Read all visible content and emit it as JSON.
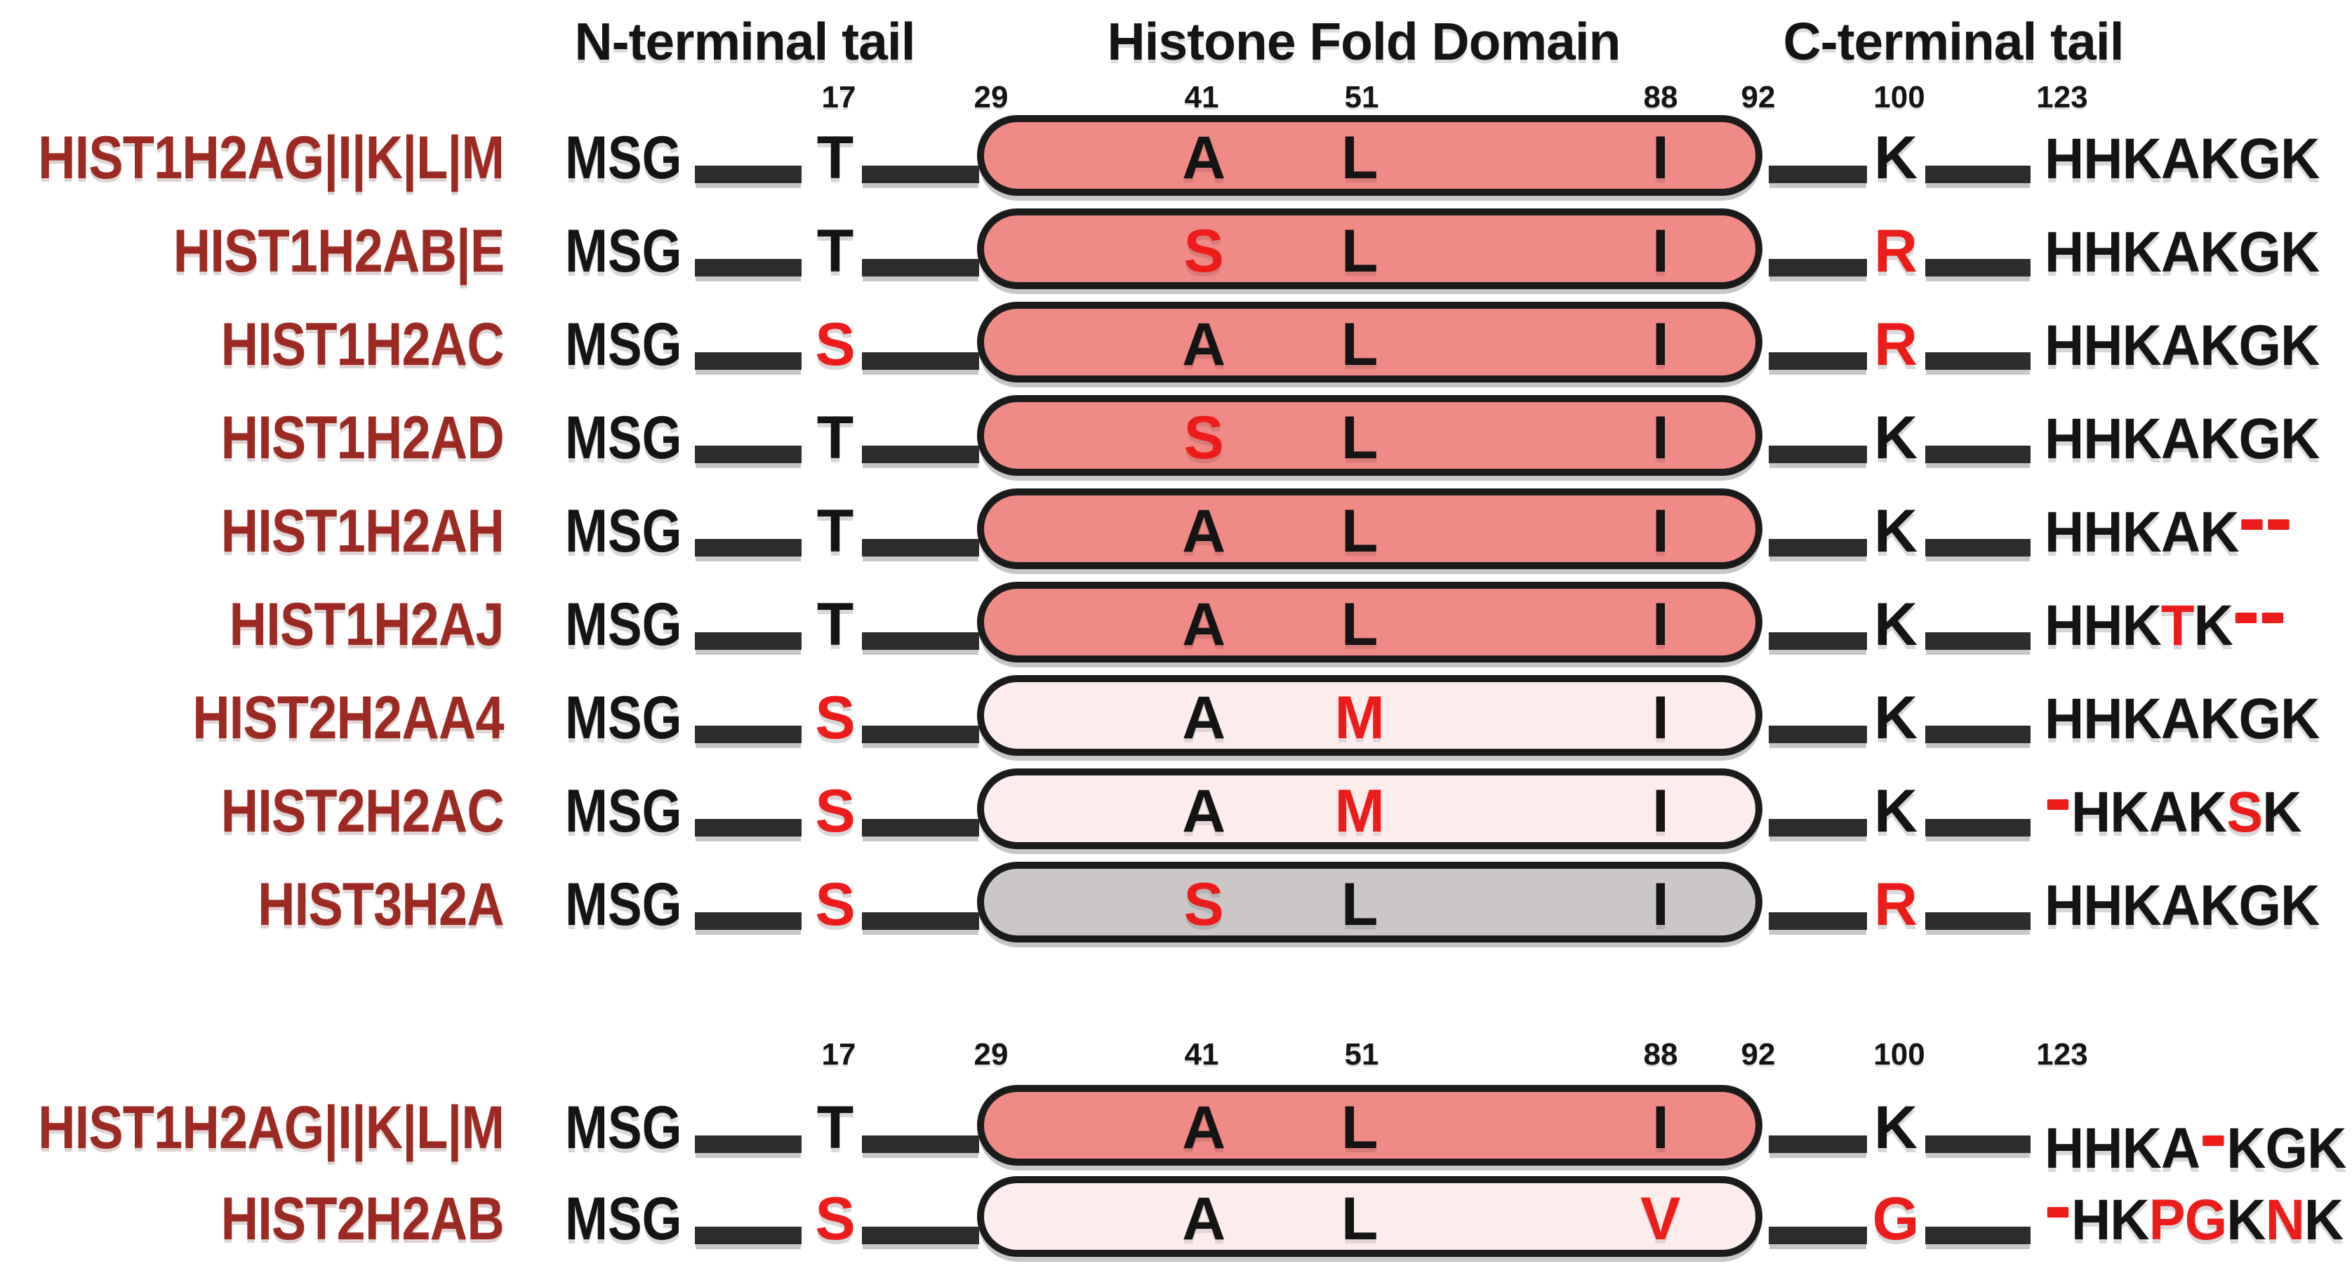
{
  "headers": {
    "n_terminal": "N-terminal tail",
    "histone_fold": "Histone Fold Domain",
    "c_terminal": "C-terminal tail"
  },
  "position_labels": [
    "17",
    "29",
    "41",
    "51",
    "88",
    "92",
    "100",
    "123"
  ],
  "colors": {
    "label": "#9C2A22",
    "red": "#EC1C1A",
    "black": "#141414",
    "line": "#2C2C2C",
    "salmon": "#F08A84",
    "light_pink": "#FCEDEC",
    "gray": "#CBC7C6"
  },
  "sections": [
    {
      "id": "top",
      "rows": [
        {
          "name": "HIST1H2AG|I|K|L|M",
          "start": "MSG",
          "fill": "salmon",
          "res17": {
            "t": "T",
            "c": "black"
          },
          "res41": {
            "t": "A",
            "c": "black"
          },
          "res51": {
            "t": "L",
            "c": "black"
          },
          "res88": {
            "t": "I",
            "c": "black"
          },
          "res100": {
            "t": "K",
            "c": "black"
          },
          "cterm": [
            {
              "t": "HHKAKGK",
              "c": "black"
            }
          ]
        },
        {
          "name": "HIST1H2AB|E",
          "start": "MSG",
          "fill": "salmon",
          "res17": {
            "t": "T",
            "c": "black"
          },
          "res41": {
            "t": "S",
            "c": "red"
          },
          "res51": {
            "t": "L",
            "c": "black"
          },
          "res88": {
            "t": "I",
            "c": "black"
          },
          "res100": {
            "t": "R",
            "c": "red"
          },
          "cterm": [
            {
              "t": "HHKAKGK",
              "c": "black"
            }
          ]
        },
        {
          "name": "HIST1H2AC",
          "start": "MSG",
          "fill": "salmon",
          "res17": {
            "t": "S",
            "c": "red"
          },
          "res41": {
            "t": "A",
            "c": "black"
          },
          "res51": {
            "t": "L",
            "c": "black"
          },
          "res88": {
            "t": "I",
            "c": "black"
          },
          "res100": {
            "t": "R",
            "c": "red"
          },
          "cterm": [
            {
              "t": "HHKAKGK",
              "c": "black"
            }
          ]
        },
        {
          "name": "HIST1H2AD",
          "start": "MSG",
          "fill": "salmon",
          "res17": {
            "t": "T",
            "c": "black"
          },
          "res41": {
            "t": "S",
            "c": "red"
          },
          "res51": {
            "t": "L",
            "c": "black"
          },
          "res88": {
            "t": "I",
            "c": "black"
          },
          "res100": {
            "t": "K",
            "c": "black"
          },
          "cterm": [
            {
              "t": "HHKAKGK",
              "c": "black"
            }
          ]
        },
        {
          "name": "HIST1H2AH",
          "start": "MSG",
          "fill": "salmon",
          "res17": {
            "t": "T",
            "c": "black"
          },
          "res41": {
            "t": "A",
            "c": "black"
          },
          "res51": {
            "t": "L",
            "c": "black"
          },
          "res88": {
            "t": "I",
            "c": "black"
          },
          "res100": {
            "t": "K",
            "c": "black"
          },
          "cterm": [
            {
              "t": "HHKAK",
              "c": "black"
            },
            {
              "t": "--",
              "c": "red"
            }
          ]
        },
        {
          "name": "HIST1H2AJ",
          "start": "MSG",
          "fill": "salmon",
          "res17": {
            "t": "T",
            "c": "black"
          },
          "res41": {
            "t": "A",
            "c": "black"
          },
          "res51": {
            "t": "L",
            "c": "black"
          },
          "res88": {
            "t": "I",
            "c": "black"
          },
          "res100": {
            "t": "K",
            "c": "black"
          },
          "cterm": [
            {
              "t": "HHK",
              "c": "black"
            },
            {
              "t": "T",
              "c": "red"
            },
            {
              "t": "K",
              "c": "black"
            },
            {
              "t": "--",
              "c": "red"
            }
          ]
        },
        {
          "name": "HIST2H2AA4",
          "start": "MSG",
          "fill": "light_pink",
          "res17": {
            "t": "S",
            "c": "red"
          },
          "res41": {
            "t": "A",
            "c": "black"
          },
          "res51": {
            "t": "M",
            "c": "red"
          },
          "res88": {
            "t": "I",
            "c": "black"
          },
          "res100": {
            "t": "K",
            "c": "black"
          },
          "cterm": [
            {
              "t": "HHKAKGK",
              "c": "black"
            }
          ]
        },
        {
          "name": "HIST2H2AC",
          "start": "MSG",
          "fill": "light_pink",
          "res17": {
            "t": "S",
            "c": "red"
          },
          "res41": {
            "t": "A",
            "c": "black"
          },
          "res51": {
            "t": "M",
            "c": "red"
          },
          "res88": {
            "t": "I",
            "c": "black"
          },
          "res100": {
            "t": "K",
            "c": "black"
          },
          "cterm": [
            {
              "t": "-",
              "c": "red"
            },
            {
              "t": "HKAK",
              "c": "black"
            },
            {
              "t": "S",
              "c": "red"
            },
            {
              "t": "K",
              "c": "black"
            }
          ]
        },
        {
          "name": "HIST3H2A",
          "start": "MSG",
          "fill": "gray",
          "res17": {
            "t": "S",
            "c": "red"
          },
          "res41": {
            "t": "S",
            "c": "red"
          },
          "res51": {
            "t": "L",
            "c": "black"
          },
          "res88": {
            "t": "I",
            "c": "black"
          },
          "res100": {
            "t": "R",
            "c": "red"
          },
          "cterm": [
            {
              "t": "HHKAKGK",
              "c": "black"
            }
          ]
        }
      ]
    },
    {
      "id": "bottom",
      "rows": [
        {
          "name": "HIST1H2AG|I|K|L|M",
          "start": "MSG",
          "fill": "salmon",
          "res17": {
            "t": "T",
            "c": "black"
          },
          "res41": {
            "t": "A",
            "c": "black"
          },
          "res51": {
            "t": "L",
            "c": "black"
          },
          "res88": {
            "t": "I",
            "c": "black"
          },
          "res100": {
            "t": "K",
            "c": "black"
          },
          "cterm": [
            {
              "t": "HHKA",
              "c": "black"
            },
            {
              "t": "-",
              "c": "red"
            },
            {
              "t": "KGK",
              "c": "black"
            }
          ]
        },
        {
          "name": "HIST2H2AB",
          "start": "MSG",
          "fill": "light_pink",
          "res17": {
            "t": "S",
            "c": "red"
          },
          "res41": {
            "t": "A",
            "c": "black"
          },
          "res51": {
            "t": "L",
            "c": "black"
          },
          "res88": {
            "t": "V",
            "c": "red"
          },
          "res100": {
            "t": "G",
            "c": "red"
          },
          "cterm": [
            {
              "t": "-",
              "c": "red"
            },
            {
              "t": "HK",
              "c": "black"
            },
            {
              "t": "PG",
              "c": "red"
            },
            {
              "t": "K",
              "c": "black"
            },
            {
              "t": "N",
              "c": "red"
            },
            {
              "t": "K",
              "c": "black"
            }
          ]
        }
      ]
    }
  ]
}
